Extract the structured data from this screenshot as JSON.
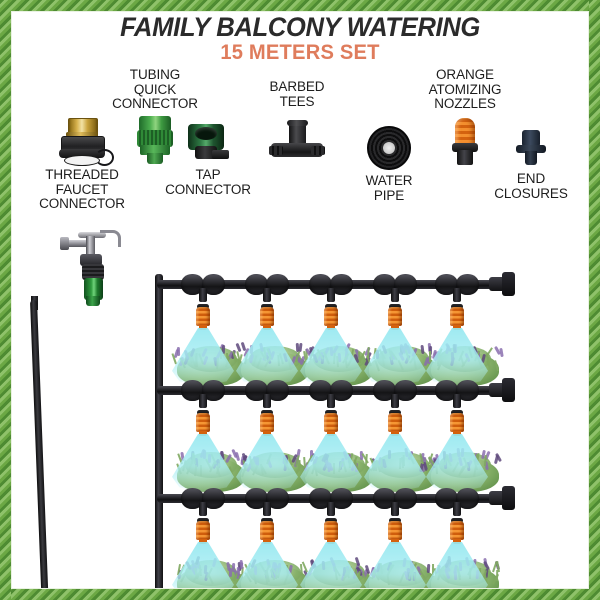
{
  "header": {
    "title": "FAMILY BALCONY WATERING",
    "subtitle": "15 METERS SET"
  },
  "colors": {
    "frame_green": "#5d9a38",
    "frame_green_light": "#8fc26a",
    "title_text": "#2b2b2b",
    "subtitle_text": "#df7c5c",
    "nozzle_orange": "#f08a28",
    "spray_cyan": "#9ee8ef",
    "pipe_black": "#131315",
    "connector_green": "#2f9b3e",
    "brass_gold": "#d6b14c",
    "plant_green": "#8fb870",
    "lavender_purple": "#8a6fae"
  },
  "parts": [
    {
      "id": "threaded-faucet-connector",
      "label": "THREADED\nFAUCET\nCONNECTOR",
      "label_position": "below"
    },
    {
      "id": "tubing-quick-connector",
      "label": "TUBING\nQUICK\nCONNECTOR",
      "label_position": "above"
    },
    {
      "id": "tap-connector",
      "label": "TAP\nCONNECTOR",
      "label_position": "below"
    },
    {
      "id": "barbed-tees",
      "label": "BARBED\nTEES",
      "label_position": "above"
    },
    {
      "id": "water-pipe",
      "label": "WATER\nPIPE",
      "label_position": "below"
    },
    {
      "id": "orange-atomizing-nozzles",
      "label": "ORANGE\nATOMIZING\nNOZZLES",
      "label_position": "above"
    },
    {
      "id": "end-closures",
      "label": "END\nCLOSURES",
      "label_position": "below"
    }
  ],
  "diagram": {
    "faucet_assembly_label": "tap-with-quick-connector-and-hose",
    "rows": 3,
    "nozzles_per_row": 5,
    "has_end_closure_per_row": true,
    "has_vertical_riser": true,
    "plant_type": "lavender"
  }
}
